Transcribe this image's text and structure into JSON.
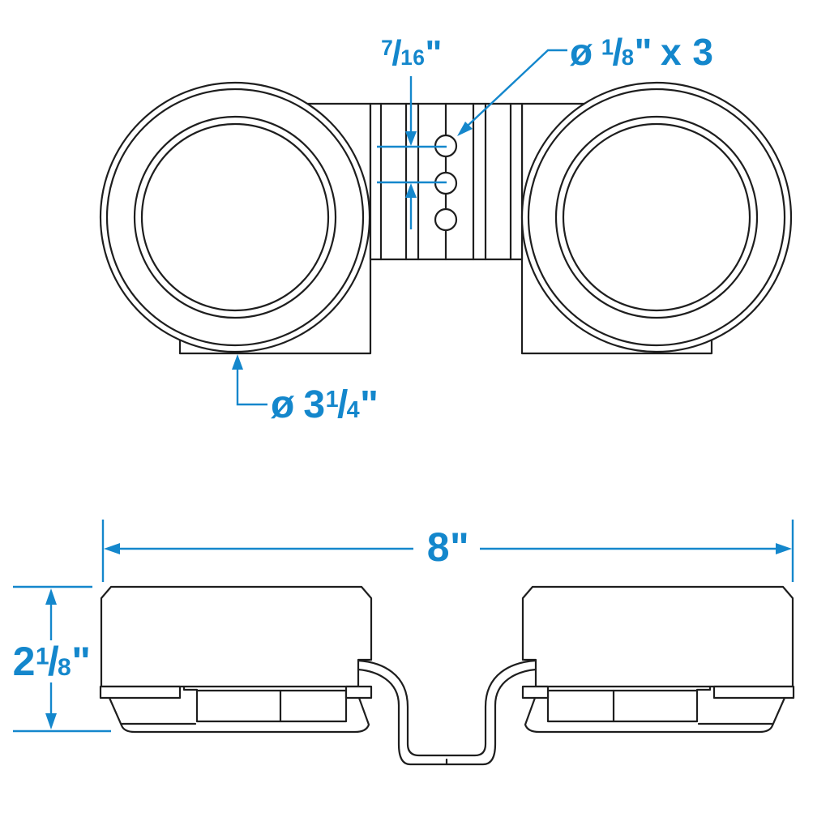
{
  "colors": {
    "line": "#1e1e1e",
    "dimension": "#1487cc",
    "background": "#ffffff"
  },
  "top_view": {
    "labels": {
      "hole_spacing": {
        "numerator": "7",
        "slash": "/",
        "denominator": "16",
        "unit": "\""
      },
      "hole_diameter": {
        "symbol": "ø",
        "numerator": "1",
        "slash": "/",
        "denominator": "8",
        "unit": "\"",
        "count": "x 3"
      },
      "cup_diameter": {
        "symbol": "ø",
        "whole": "3",
        "numerator": "1",
        "slash": "/",
        "denominator": "4",
        "unit": "\""
      }
    },
    "hole_count": 3
  },
  "side_view": {
    "labels": {
      "overall_width": {
        "value": "8",
        "unit": "\""
      },
      "overall_height": {
        "whole": "2",
        "numerator": "1",
        "slash": "/",
        "denominator": "8",
        "unit": "\""
      }
    }
  }
}
